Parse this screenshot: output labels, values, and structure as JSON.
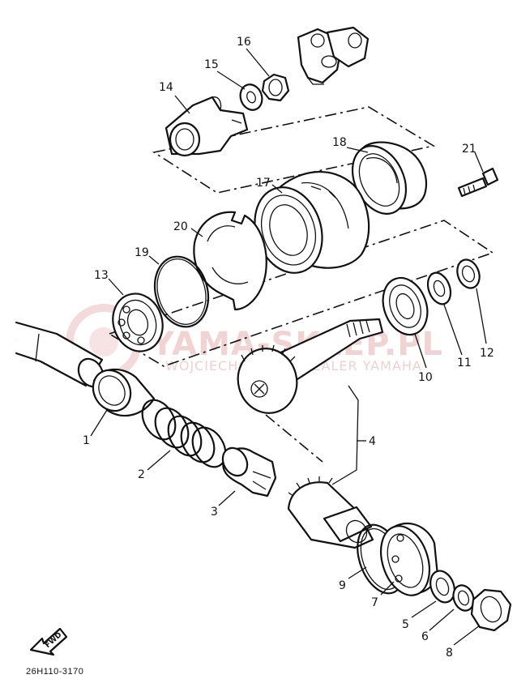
{
  "diagram": {
    "code": "26H110-3170",
    "fwd_label": "FWD",
    "watermark": {
      "brand": "YAMA-SKLEP.PL",
      "subtitle": "WOJCIECHOWSKI - DEALER YAMAHA"
    },
    "callouts": [
      "1",
      "2",
      "3",
      "4",
      "5",
      "6",
      "7",
      "8",
      "9",
      "10",
      "11",
      "12",
      "13",
      "14",
      "15",
      "16",
      "17",
      "18",
      "19",
      "20",
      "21"
    ]
  }
}
